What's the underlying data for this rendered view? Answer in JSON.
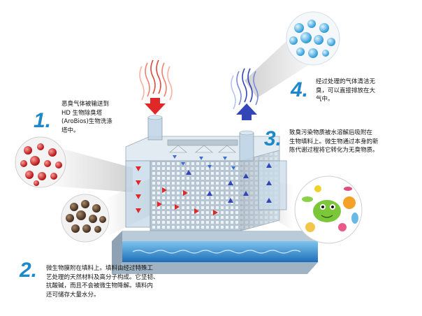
{
  "steps": [
    {
      "number": "1.",
      "lines": [
        "恶臭气体被输送到",
        "HD 生物除臭塔",
        "(AroBios)生物洗涤",
        "塔中。"
      ]
    },
    {
      "number": "2.",
      "lines": [
        "微生物膜附在填料上。填料由经过特殊工",
        "艺处理的天然材料及高分子构成。它坚韧、",
        "抗酸碱，而且不会被微生物降解。填料内",
        "还可储存大量水分。"
      ]
    },
    {
      "number": "3.",
      "lines": [
        "致臭污染物质被水溶解后吸附在",
        "生物填料上。微生物通过本身的新",
        "陈代谢过程将它转化为无臭物质。"
      ]
    },
    {
      "number": "4.",
      "lines": [
        "经过处理的气体清洁无",
        "臭，可以直接排放在大",
        "气中。"
      ]
    }
  ],
  "colors": {
    "number": "#1e88c8",
    "inflow": "#e02828",
    "outflow": "#3346b8",
    "water": "#2a8fd6",
    "tower_glass": "#c9dbe8"
  }
}
